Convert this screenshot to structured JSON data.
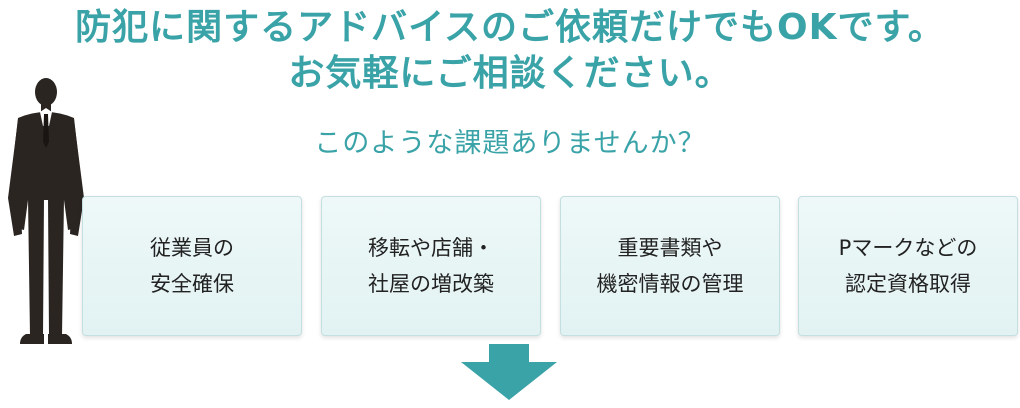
{
  "header": {
    "line1": "防犯に関するアドバイスのご依頼だけでもOKです。",
    "line2": "お気軽にご相談ください。"
  },
  "question": "このような課題ありませんか？",
  "cards": [
    {
      "line1": "従業員の",
      "line2": "安全確保"
    },
    {
      "line1": "移転や店舗・",
      "line2": "社屋の増改築"
    },
    {
      "line1": "重要書類や",
      "line2": "機密情報の管理"
    },
    {
      "line1": "Pマークなどの",
      "line2": "認定資格取得"
    }
  ],
  "icons": {
    "person": "businessman-silhouette-icon",
    "arrow": "down-arrow-icon"
  },
  "colors": {
    "accent": "#3aa3a8",
    "card_bg": "#e6f4f4",
    "card_border": "#c3dfe0",
    "text": "#222222",
    "silhouette": "#2b2522"
  }
}
